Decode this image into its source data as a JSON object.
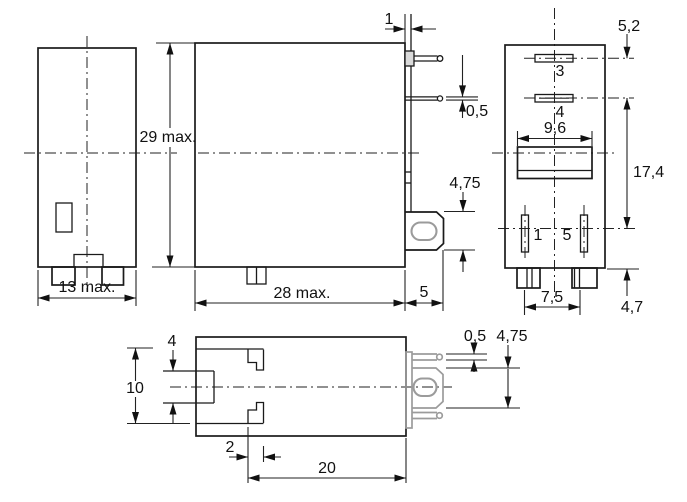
{
  "colors": {
    "line": "#1a1a1a",
    "dimension": "#222222",
    "metal_gray": "#9b9b9b",
    "background": "#ffffff"
  },
  "drawing": {
    "side_view": {
      "height": "29 max.",
      "width": "13 max."
    },
    "front_view": {
      "pin_offset": "1",
      "pin_thickness": "0,5",
      "tab_height": "4,75",
      "body_length": "28 max.",
      "tab_depth": "5"
    },
    "terminal_view": {
      "top_gap": "5,2",
      "terminal_3": "3",
      "terminal_4": "4",
      "slot_width": "9,6",
      "terminal_span": "17,4",
      "terminal_1": "1",
      "terminal_5": "5",
      "terminal_pitch": "7,5",
      "bottom_gap": "4,7"
    },
    "bottom_view": {
      "notch_width": "4",
      "body_width": "10",
      "hook_width": "2",
      "body_length": "20",
      "pin_thickness": "0,5",
      "tab_height": "4,75"
    }
  }
}
